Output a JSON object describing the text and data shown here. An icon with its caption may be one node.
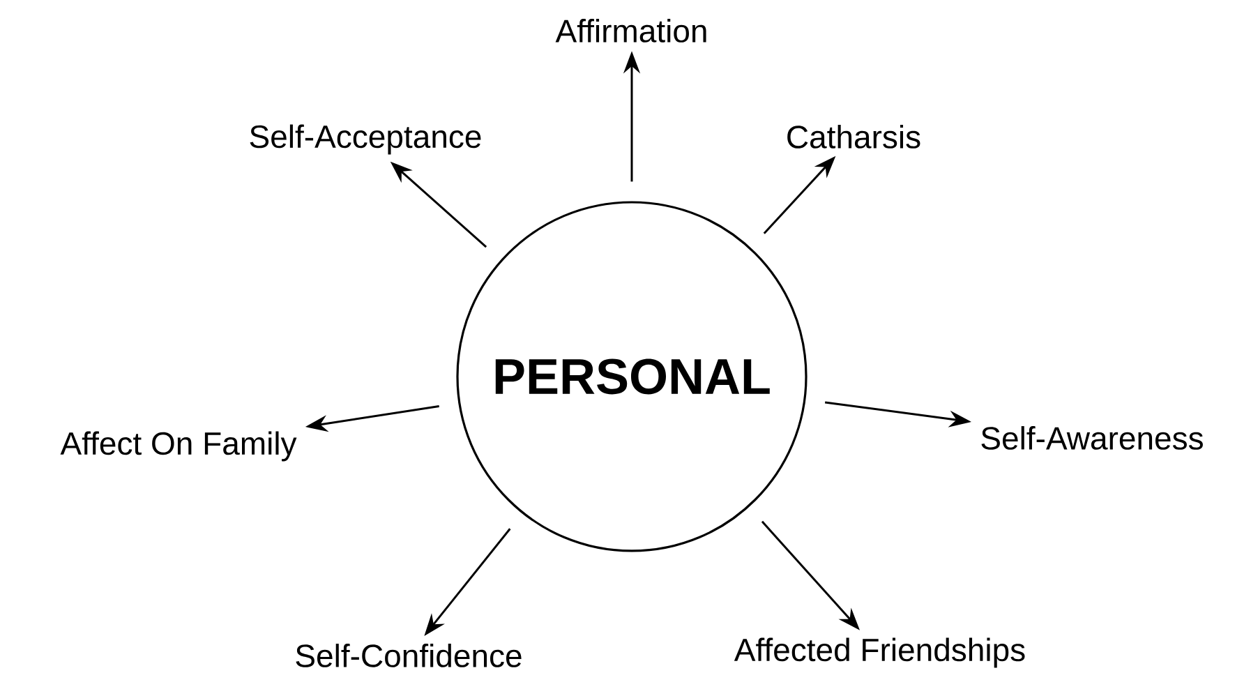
{
  "diagram": {
    "nodes": [
      {
        "text": [
          "Affirmation"
        ]
      },
      {
        "text": [
          "Self-Acceptance"
        ]
      },
      {
        "text": [
          "Catharsis"
        ]
      },
      {
        "text": [
          "PERSONAL"
        ]
      },
      {
        "text": [
          "Affect On Family"
        ]
      },
      {
        "text": [
          "Self-Awareness"
        ]
      },
      {
        "text": [
          "Self-Confidence"
        ]
      },
      {
        "text": [
          "Affected Friendships"
        ]
      }
    ],
    "edges": [
      {
        "from": 3,
        "to": 0,
        "arrow": "to"
      },
      {
        "from": 3,
        "to": 1,
        "arrow": "to"
      },
      {
        "from": 3,
        "to": 2,
        "arrow": "to"
      },
      {
        "from": 3,
        "to": 4,
        "arrow": "to"
      },
      {
        "from": 3,
        "to": 5,
        "arrow": "to"
      },
      {
        "from": 3,
        "to": 6,
        "arrow": "to"
      },
      {
        "from": 3,
        "to": 7,
        "arrow": "to"
      }
    ]
  }
}
